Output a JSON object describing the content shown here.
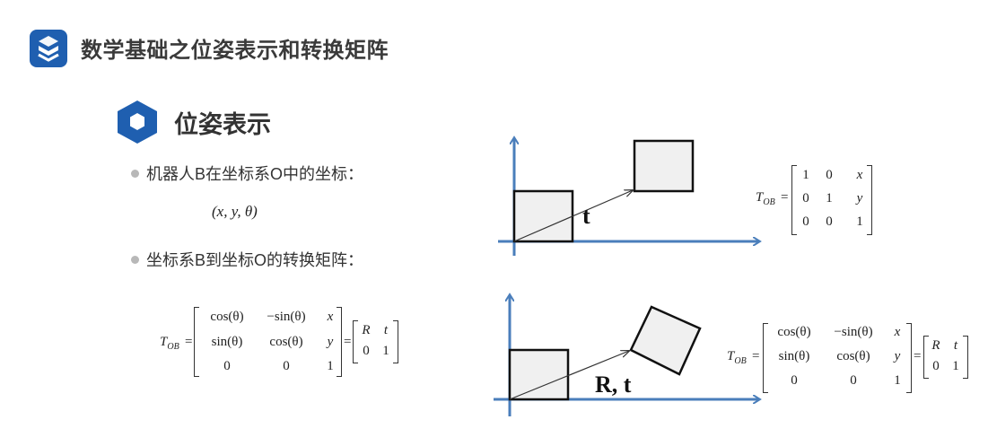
{
  "header": {
    "title": "数学基础之位姿表示和转换矩阵",
    "logo_icon": "s-logo-icon"
  },
  "section": {
    "title": "位姿表示",
    "icon": "hexagon-icon"
  },
  "bullets": [
    {
      "text": "机器人B在坐标系O中的坐标："
    },
    {
      "text": "坐标系B到坐标O的转换矩阵："
    }
  ],
  "pose_tuple": "(x, y, θ)",
  "matrix_general": {
    "lhs": "T",
    "lhs_sub": "OB",
    "rows": [
      [
        "cos(θ)",
        "−sin(θ)",
        "x"
      ],
      [
        "sin(θ)",
        "cos(θ)",
        "y"
      ],
      [
        "0",
        "0",
        "1"
      ]
    ],
    "block": [
      [
        "R",
        "t"
      ],
      [
        "0",
        "1"
      ]
    ]
  },
  "matrix_translation": {
    "lhs": "T",
    "lhs_sub": "OB",
    "rows": [
      [
        "1",
        "0",
        "x"
      ],
      [
        "0",
        "1",
        "y"
      ],
      [
        "0",
        "0",
        "1"
      ]
    ]
  },
  "diagram_top": {
    "label": "t"
  },
  "diagram_bottom": {
    "label": "R, t"
  },
  "colors": {
    "brand": "#1f5fb0",
    "axis": "#4a7ebb",
    "box_fill": "#f0f0f0"
  }
}
